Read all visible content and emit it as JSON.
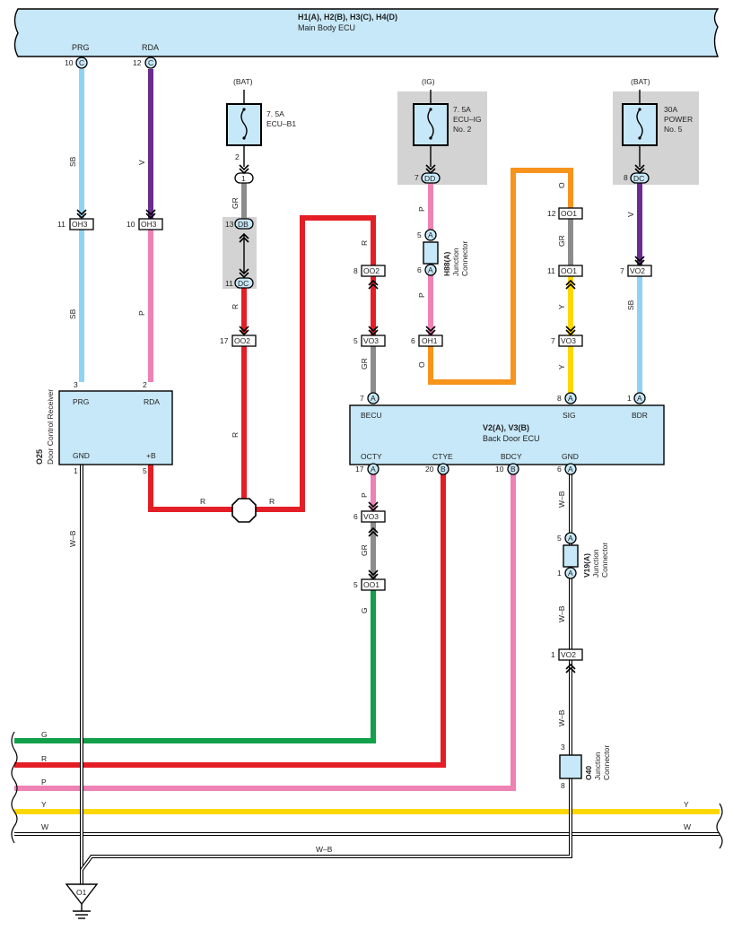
{
  "ecu_top": {
    "title": "H1(A), H2(B), H3(C), H4(D)",
    "subtitle": "Main Body ECU"
  },
  "top_pins": [
    {
      "name": "PRG",
      "pin": "10",
      "conn": "C"
    },
    {
      "name": "RDA",
      "pin": "12",
      "conn": "C"
    }
  ],
  "fuses": [
    {
      "source": "(BAT)",
      "rating": "7. 5A",
      "name": "ECU–B1",
      "name2": "",
      "pin": "2"
    },
    {
      "source": "(IG)",
      "rating": "7. 5A",
      "name": "ECU–IG",
      "name2": "No. 2",
      "pin": "7",
      "conn": "DD"
    },
    {
      "source": "(BAT)",
      "rating": "30A",
      "name": "POWER",
      "name2": "No. 5",
      "pin": "8",
      "conn": "DC"
    }
  ],
  "wire_labels": {
    "SB": "SB",
    "V": "V",
    "P": "P",
    "GR": "GR",
    "R": "R",
    "O": "O",
    "Y": "Y",
    "G": "G",
    "W": "W",
    "WB": "W–B"
  },
  "connectors": {
    "OH3": "OH3",
    "OO2": "OO2",
    "VO3": "VO3",
    "OH1": "OH1",
    "OO1": "OO1",
    "VO2": "VO2",
    "DB": "DB",
    "DC": "DC",
    "DD": "DD",
    "A": "A",
    "B": "B",
    "C": "C",
    "one": "1"
  },
  "pins": {
    "p1": "1",
    "p2": "2",
    "p3": "3",
    "p5": "5",
    "p6": "6",
    "p7": "7",
    "p8": "8",
    "p10": "10",
    "p11": "11",
    "p12": "12",
    "p13": "13",
    "p17": "17",
    "p20": "20"
  },
  "door_receiver": {
    "id": "O25",
    "name": "Door Control Receiver",
    "pins": {
      "PRG": "PRG",
      "RDA": "RDA",
      "GND": "GND",
      "B": "+B"
    }
  },
  "back_door_ecu": {
    "title": "V2(A), V3(B)",
    "subtitle": "Back Door ECU",
    "pins": {
      "BECU": "BECU",
      "SIG": "SIG",
      "BDR": "BDR",
      "OCTY": "OCTY",
      "CTYE": "CTYE",
      "BDCY": "BDCY",
      "GND": "GND"
    }
  },
  "junctions": [
    {
      "id": "H88(A)",
      "name": "Junction",
      "name2": "Connector"
    },
    {
      "id": "V19(A)",
      "name": "Junction",
      "name2": "Connector"
    },
    {
      "id": "O40",
      "name": "Junction",
      "name2": "Connector"
    }
  ],
  "ground": {
    "label": "O1"
  },
  "colors": {
    "sb": "#8fd3f4",
    "v": "#6a2c91",
    "p": "#ee82b4",
    "gr": "#8c8c8c",
    "r": "#e41e26",
    "o": "#f7941d",
    "y": "#ffd700",
    "g": "#12a04b",
    "ecu_fill": "#c7e8f8",
    "shade": "#d3d3d3"
  }
}
